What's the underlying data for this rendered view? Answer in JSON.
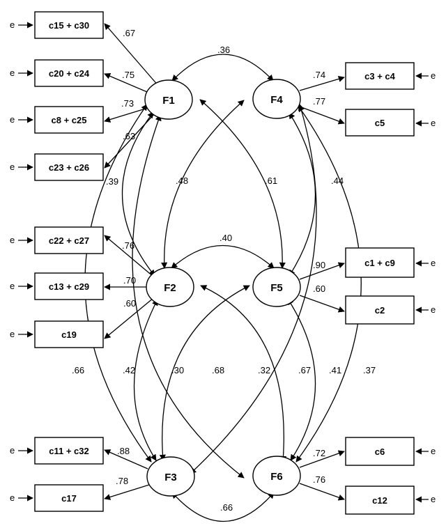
{
  "factors": {
    "f1": "F1",
    "f2": "F2",
    "f3": "F3",
    "f4": "F4",
    "f5": "F5",
    "f6": "F6"
  },
  "indicators": {
    "c15_c30": "c15 + c30",
    "c20_c24": "c20 + c24",
    "c8_c25": "c8 + c25",
    "c23_c26": "c23 + c26",
    "c22_c27": "c22 + c27",
    "c13_c29": "c13 + c29",
    "c19": "c19",
    "c11_c32": "c11 + c32",
    "c17": "c17",
    "c3_c4": "c3 + c4",
    "c5": "c5",
    "c1_c9": "c1 + c9",
    "c2": "c2",
    "c6": "c6",
    "c12": "c12"
  },
  "error_label": "e",
  "loadings": {
    "f1_c15_c30": ".67",
    "f1_c20_c24": ".75",
    "f1_c8_c25": ".73",
    "f1_c23_c26": ".63",
    "f2_c22_c27": ".76",
    "f2_c13_c29": ".70",
    "f2_c19": ".60",
    "f3_c11_c32": ".88",
    "f3_c17": ".78",
    "f4_c3_c4": ".74",
    "f4_c5": ".77",
    "f5_c1_c9": ".90",
    "f5_c2": ".60",
    "f6_c6": ".72",
    "f6_c12": ".76"
  },
  "correlations": {
    "f1_f4": ".36",
    "f1_f2": ".39",
    "f1_f5": ".61",
    "f1_f3": ".66",
    "f1_f6": ".30",
    "f2_f4": ".48",
    "f2_f5": ".40",
    "f2_f3": ".42",
    "f2_f6": ".32",
    "f3_f4": ".67",
    "f3_f5": ".68",
    "f3_f6": ".66",
    "f4_f5": ".44",
    "f4_f6": ".37",
    "f5_f6": ".41"
  }
}
